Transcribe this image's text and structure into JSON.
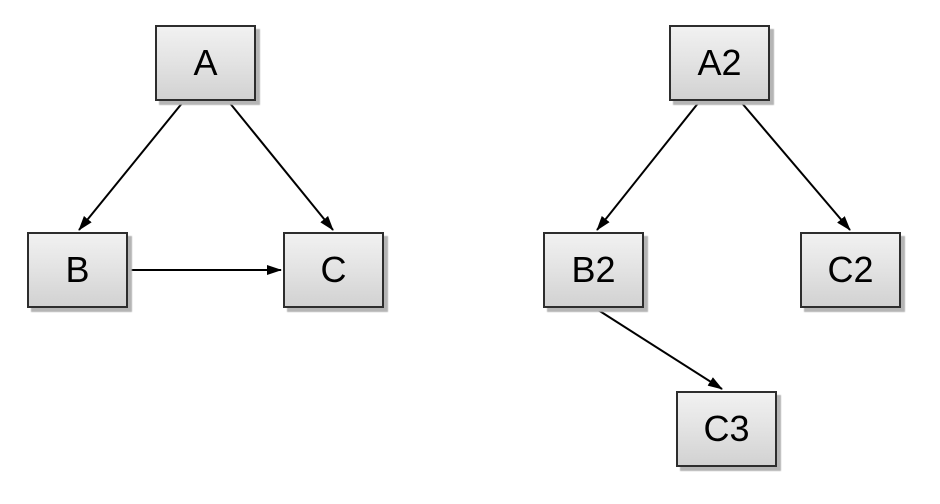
{
  "left_graph": {
    "nodes": {
      "A": {
        "label": "A"
      },
      "B": {
        "label": "B"
      },
      "C": {
        "label": "C"
      }
    },
    "edges": [
      {
        "from": "A",
        "to": "B"
      },
      {
        "from": "A",
        "to": "C"
      },
      {
        "from": "B",
        "to": "C"
      }
    ]
  },
  "right_graph": {
    "nodes": {
      "A2": {
        "label": "A2"
      },
      "B2": {
        "label": "B2"
      },
      "C2": {
        "label": "C2"
      },
      "C3": {
        "label": "C3"
      }
    },
    "edges": [
      {
        "from": "A2",
        "to": "B2"
      },
      {
        "from": "A2",
        "to": "C2"
      },
      {
        "from": "B2",
        "to": "C3"
      }
    ]
  },
  "style": {
    "background": "#ffffff",
    "node_fill_top": "#f1f1f1",
    "node_fill_bottom": "#d2d2d2",
    "node_border": "#2d2d2d",
    "node_shadow": "#b5b5b5",
    "edge_color": "#000000",
    "label_color": "#000000"
  }
}
